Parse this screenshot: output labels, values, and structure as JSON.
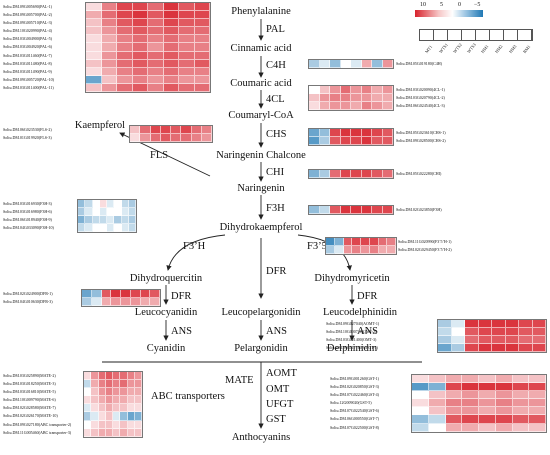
{
  "legend": {
    "scale_labels": [
      "10",
      "5",
      "0",
      "−5"
    ],
    "columns": [
      "MT1",
      "WTS1",
      "WTS2",
      "WTS3",
      "HM1",
      "HM2",
      "HM3",
      "RM1"
    ],
    "colors": {
      "high": "#d7222c",
      "mid": "#ffffff",
      "low": "#1f78b4"
    }
  },
  "compounds": {
    "phenylalanine": "Phenylalanine",
    "cinnamic_acid": "Cinnamic acid",
    "coumaric_acid": "Coumaric acid",
    "coumaryl_coa": "Coumaryl-CoA",
    "naringenin_chalcone": "Naringenin Chalcone",
    "naringenin": "Naringenin",
    "dihydrokaempferol": "Dihydrokaempferol",
    "kaempferol": "Kaempferol",
    "dihydroquercitin": "Dihydroquercitin",
    "dihydromyricetin": "Dihydromyricetin",
    "leucocyanidin": "Leucocyanidin",
    "leucopelargonidin": "Leucopelargonidin",
    "leucodelphinidin": "Leucodelphinidin",
    "cyanidin": "Cyanidin",
    "pelargonidin": "Pelargonidin",
    "delphinidin": "Delphinidin",
    "anthocyanins": "Anthocyanins"
  },
  "enzymes": {
    "pal": "PAL",
    "c4h": "C4H",
    "fourcl": "4CL",
    "chs": "CHS",
    "chi": "CHI",
    "f3h": "F3H",
    "fls": "FLS",
    "f3ph": "F3’H",
    "f35h": "F3’5’H",
    "dfr": "DFR",
    "ans": "ANS",
    "aomt": "AOMT",
    "omt": "OMT",
    "ufgt": "UFGT",
    "gst": "GST",
    "abc": "ABC transporters",
    "mate": "MATE"
  },
  "gene_groups": [
    {
      "id": "pal",
      "genes": [
        "Soltu.DM.09G005690(PAL-1)",
        "Soltu.DM.09G005700(PAL-2)",
        "Soltu.DM.09G005710(PAL-3)",
        "Soltu.DM.10G020990(PAL-4)",
        "Soltu.DM.03G004900(PAL-5)",
        "Soltu.DM.03G004920(PAL-6)",
        "Soltu.DM.03G011460(PAL-7)",
        "Soltu.DM.03G011480(PAL-8)",
        "Soltu.DM.03G011490(PAL-9)",
        "Soltu.DM.09G005720(PAL-10)",
        "Soltu.DM.03G011400(PAL-11)"
      ],
      "values": [
        [
          1,
          5,
          8,
          8,
          6,
          9,
          7,
          8
        ],
        [
          3,
          6,
          8,
          9,
          7,
          9,
          8,
          8
        ],
        [
          2,
          5,
          7,
          8,
          6,
          8,
          7,
          7
        ],
        [
          2,
          4,
          6,
          7,
          6,
          7,
          6,
          6
        ],
        [
          1,
          3,
          5,
          6,
          5,
          6,
          5,
          5
        ],
        [
          1,
          3,
          5,
          6,
          4,
          6,
          5,
          5
        ],
        [
          1,
          4,
          6,
          7,
          6,
          7,
          6,
          6
        ],
        [
          2,
          4,
          6,
          7,
          6,
          7,
          6,
          7
        ],
        [
          1,
          3,
          5,
          6,
          5,
          6,
          5,
          5
        ],
        [
          -6,
          2,
          4,
          5,
          4,
          5,
          4,
          4
        ],
        [
          2,
          4,
          6,
          7,
          5,
          7,
          6,
          6
        ]
      ]
    },
    {
      "id": "c4h",
      "genes": [
        "Soltu.DM.05G019180(C4H)"
      ],
      "values": [
        [
          -3,
          -1,
          -4,
          0,
          -1,
          3,
          -4,
          4
        ]
      ]
    },
    {
      "id": "fourcl",
      "genes": [
        "Soltu.DM.03G020090(4CL-1)",
        "Soltu.DM.03G020790(4CL-2)",
        "Soltu.DM.06G024540(4CL-3)"
      ],
      "values": [
        [
          0,
          2,
          4,
          6,
          4,
          5,
          3,
          4
        ],
        [
          2,
          4,
          5,
          5,
          4,
          4,
          3,
          3
        ],
        [
          1,
          3,
          4,
          4,
          3,
          5,
          4,
          3
        ]
      ]
    },
    {
      "id": "fls",
      "genes": [
        "Soltu.DM.06G023530(FLS-2)",
        "Soltu.DM.01G019920(FLS-3)"
      ],
      "values": [
        [
          2,
          6,
          8,
          8,
          7,
          8,
          6,
          5
        ],
        [
          1,
          4,
          6,
          7,
          6,
          6,
          5,
          4
        ]
      ]
    },
    {
      "id": "chs",
      "genes": [
        "Soltu.DM.05G023610(CHS-1)",
        "Soltu.DM.09G028500(CHS-2)"
      ],
      "values": [
        [
          -6,
          -4,
          8,
          9,
          9,
          9,
          8,
          7
        ],
        [
          -7,
          -3,
          7,
          8,
          8,
          9,
          7,
          7
        ]
      ]
    },
    {
      "id": "chi",
      "genes": [
        "Soltu.DM.05G022280(CHI)"
      ],
      "values": [
        [
          -5,
          -3,
          6,
          8,
          8,
          8,
          7,
          6
        ]
      ]
    },
    {
      "id": "f3h",
      "genes": [
        "Soltu.DM.02G023850(F3H)"
      ],
      "values": [
        [
          -4,
          -2,
          7,
          9,
          9,
          9,
          8,
          8
        ]
      ]
    },
    {
      "id": "f3h_pre",
      "genes": [
        "Soltu.DM.03G016930(F3H-3)",
        "Soltu.DM.03G016980(F3H-6)",
        "Soltu.DM.06G018940(F3H-9)",
        "Soltu.DM.04G033090(F3H-10)"
      ],
      "values": [
        [
          -4,
          -2,
          0,
          1,
          -1,
          0,
          -2,
          -3
        ],
        [
          -3,
          -1,
          0,
          -1,
          0,
          0,
          -1,
          -2
        ],
        [
          -5,
          -3,
          -2,
          -2,
          -1,
          -3,
          -2,
          -3
        ],
        [
          -2,
          -1,
          0,
          0,
          -1,
          0,
          -1,
          -2
        ]
      ]
    },
    {
      "id": "f35h",
      "genes": [
        "Soltu.DM.11G020990(F3’5’H-1)",
        "Soltu.DM.02G029450(F3’5’H-2)"
      ],
      "values": [
        [
          -8,
          -5,
          7,
          8,
          8,
          8,
          6,
          5
        ],
        [
          -3,
          -1,
          4,
          5,
          4,
          5,
          3,
          3
        ]
      ]
    },
    {
      "id": "dfr",
      "genes": [
        "Soltu.DM.02G024900(DFR-1)",
        "Soltu.DM.04G010630(DFR-3)"
      ],
      "values": [
        [
          -6,
          -4,
          7,
          9,
          9,
          8,
          8,
          7
        ],
        [
          -3,
          -1,
          3,
          4,
          4,
          4,
          3,
          3
        ]
      ]
    },
    {
      "id": "aomt",
      "genes": [
        "Soltu.DM.09G027040(AOMT-1)",
        "Soltu.DM.10G000730(OMT-2)",
        "Soltu.DM.03G021400(OMT-3)",
        "Soltu.DM.09G017160(UFGT-1)"
      ],
      "values": [
        [
          -3,
          -1,
          9,
          9,
          9,
          9,
          8,
          8
        ],
        [
          -2,
          0,
          7,
          8,
          8,
          8,
          7,
          7
        ],
        [
          -3,
          -1,
          6,
          7,
          7,
          7,
          6,
          6
        ],
        [
          -6,
          -3,
          8,
          9,
          9,
          9,
          8,
          8
        ]
      ]
    },
    {
      "id": "mate",
      "genes": [
        "Soltu.DM.03G025890(MATE-2)",
        "Soltu.DM.03G018250(MATE-3)",
        "Soltu.DM.03G016810(MATE-5)",
        "Soltu.DM.10G009790(MATE-6)",
        "Soltu.DM.02G028580(MATE-7)",
        "Soltu.DM.02G026170(MATE-10)",
        "Soltu.DM.09G027180(ABC transporter-2)",
        "Soltu.DM.11G005460(ABC transporter-3)"
      ],
      "values": [
        [
          1,
          4,
          6,
          7,
          6,
          6,
          5,
          4
        ],
        [
          -2,
          3,
          5,
          6,
          5,
          6,
          4,
          4
        ],
        [
          0,
          2,
          4,
          5,
          4,
          4,
          3,
          3
        ],
        [
          1,
          2,
          3,
          4,
          3,
          3,
          2,
          2
        ],
        [
          -1,
          1,
          2,
          3,
          2,
          2,
          1,
          1
        ],
        [
          -3,
          -1,
          1,
          2,
          -1,
          -4,
          -6,
          -5
        ],
        [
          0,
          1,
          2,
          2,
          1,
          2,
          1,
          1
        ],
        [
          1,
          2,
          3,
          3,
          2,
          3,
          2,
          2
        ]
      ]
    },
    {
      "id": "gst",
      "genes": [
        "Soltu.DM.09G001260(GST-1)",
        "Soltu.DM.02G020850(GST-3)",
        "Soltu.DM.07G022460(GST-4)",
        "Soltu.12G009020(GST-5)",
        "Soltu.DM.07G022540(GST-6)",
        "Soltu.DM.06G000550(GST-7)",
        "Soltu.DM.07G022500(GST-8)"
      ],
      "values": [
        [
          1,
          2,
          3,
          3,
          2,
          3,
          2,
          2
        ],
        [
          -7,
          -5,
          8,
          9,
          9,
          9,
          8,
          8
        ],
        [
          0,
          2,
          3,
          4,
          3,
          4,
          3,
          3
        ],
        [
          1,
          3,
          5,
          5,
          4,
          5,
          4,
          4
        ],
        [
          0,
          2,
          4,
          4,
          3,
          4,
          3,
          3
        ],
        [
          -4,
          -2,
          7,
          8,
          8,
          8,
          7,
          7
        ],
        [
          -2,
          0,
          3,
          3,
          2,
          3,
          2,
          2
        ]
      ]
    }
  ]
}
